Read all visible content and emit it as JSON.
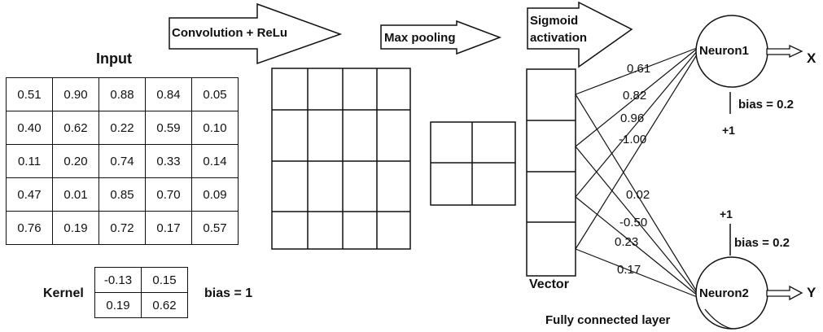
{
  "input": {
    "title": "Input",
    "matrix": [
      [
        "0.51",
        "0.90",
        "0.88",
        "0.84",
        "0.05"
      ],
      [
        "0.40",
        "0.62",
        "0.22",
        "0.59",
        "0.10"
      ],
      [
        "0.11",
        "0.20",
        "0.74",
        "0.33",
        "0.14"
      ],
      [
        "0.47",
        "0.01",
        "0.85",
        "0.70",
        "0.09"
      ],
      [
        "0.76",
        "0.19",
        "0.72",
        "0.17",
        "0.57"
      ]
    ]
  },
  "kernel": {
    "label": "Kernel",
    "matrix": [
      [
        "-0.13",
        "0.15"
      ],
      [
        "0.19",
        "0.62"
      ]
    ],
    "bias_label": "bias = 1"
  },
  "arrows": {
    "conv": "Convolution + ReLu",
    "pool": "Max pooling",
    "sigmoid_line1": "Sigmoid",
    "sigmoid_line2": "activation"
  },
  "vector_label": "Vector",
  "fc_label": "Fully connected layer",
  "weights": [
    "0.61",
    "0.82",
    "0.96",
    "-1.00",
    "0.02",
    "-0.50",
    "0.23",
    "0.17"
  ],
  "neuron1": {
    "name": "Neuron1",
    "output": "X",
    "bias_label": "bias = 0.2",
    "plus_one": "+1"
  },
  "neuron2": {
    "name": "Neuron2",
    "output": "Y",
    "bias_label": "bias = 0.2",
    "plus_one": "+1"
  }
}
